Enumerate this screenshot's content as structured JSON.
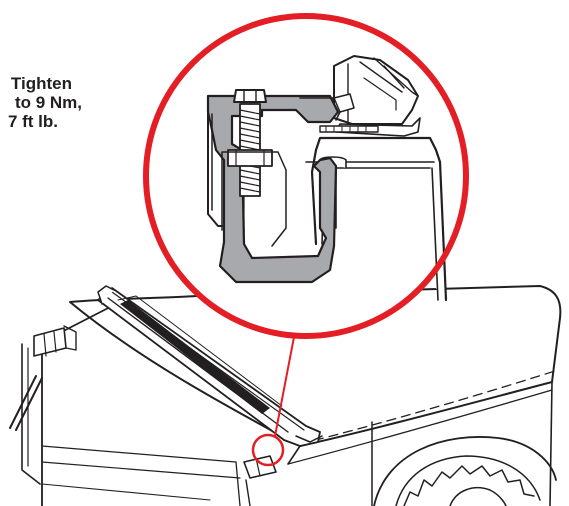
{
  "instruction": {
    "line1": "Tighten",
    "line2": "to 9 Nm,",
    "line3": "7 ft lb."
  },
  "colors": {
    "callout_ring": "#e31e24",
    "clamp_fill": "#a7a9ac",
    "line": "#231f20"
  }
}
